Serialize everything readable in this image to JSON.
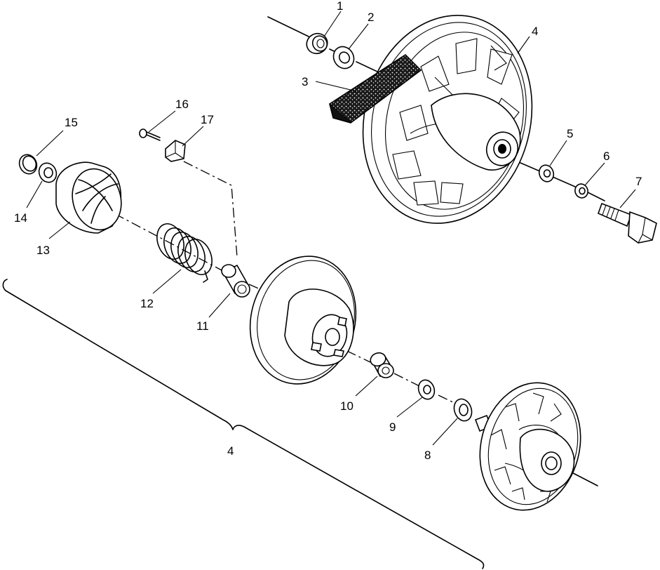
{
  "callouts": [
    {
      "id": "1",
      "label": "1"
    },
    {
      "id": "2",
      "label": "2"
    },
    {
      "id": "3",
      "label": "3"
    },
    {
      "id": "4",
      "label": "4"
    },
    {
      "id": "5",
      "label": "5"
    },
    {
      "id": "6",
      "label": "6"
    },
    {
      "id": "7",
      "label": "7"
    },
    {
      "id": "8",
      "label": "8"
    },
    {
      "id": "9",
      "label": "9"
    },
    {
      "id": "10",
      "label": "10"
    },
    {
      "id": "11",
      "label": "11"
    },
    {
      "id": "12",
      "label": "12"
    },
    {
      "id": "13",
      "label": "13"
    },
    {
      "id": "14",
      "label": "14"
    },
    {
      "id": "15",
      "label": "15"
    },
    {
      "id": "16",
      "label": "16"
    },
    {
      "id": "17",
      "label": "17"
    }
  ],
  "assembly_label": "4"
}
